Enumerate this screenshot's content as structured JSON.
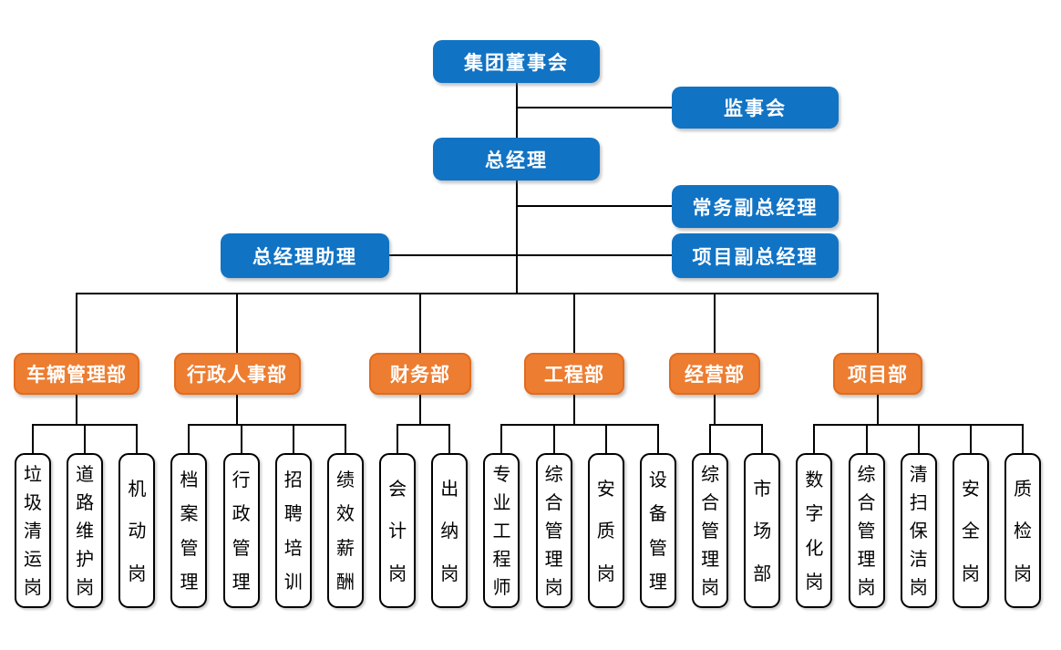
{
  "top": {
    "board": "集团董事会",
    "supervisory": "监事会",
    "general_manager": "总经理",
    "executive_deputy_gm": "常务副总经理",
    "gm_assistant": "总经理助理",
    "project_deputy_gm": "项目副总经理"
  },
  "departments": [
    {
      "label": "车辆管理部",
      "children": [
        "垃圾清运岗",
        "道路维护岗",
        "机动岗"
      ]
    },
    {
      "label": "行政人事部",
      "children": [
        "档案管理",
        "行政管理",
        "招聘培训",
        "绩效薪酬"
      ]
    },
    {
      "label": "财务部",
      "children": [
        "会计岗",
        "出纳岗"
      ]
    },
    {
      "label": "工程部",
      "children": [
        "专业工程师",
        "综合管理岗",
        "安质岗",
        "设备管理"
      ]
    },
    {
      "label": "经营部",
      "children": [
        "综合管理岗",
        "市场部"
      ]
    },
    {
      "label": "项目部",
      "children": [
        "数字化岗",
        "综合管理岗",
        "清扫保洁岗",
        "安全岗",
        "质检岗"
      ]
    }
  ],
  "colors": {
    "node_blue": "#1173c4",
    "node_orange": "#ed7d31",
    "node_orange_border": "#e26b1e",
    "line": "#000000",
    "child_bg": "#ffffff",
    "child_border": "#000000",
    "child_text": "#000000",
    "node_text": "#ffffff"
  }
}
